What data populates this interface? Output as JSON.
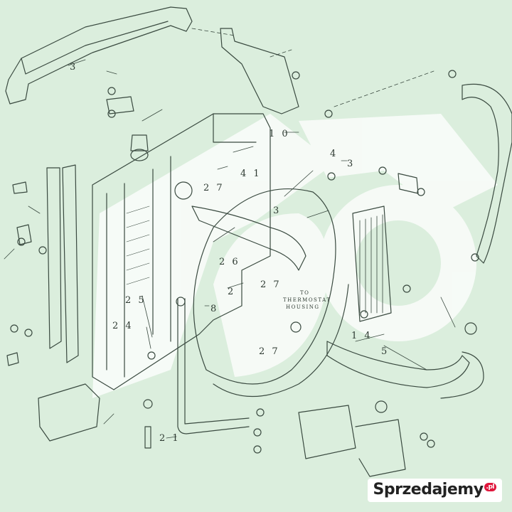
{
  "diagram": {
    "colors": {
      "background": "#dbeedd",
      "line": "#3a4a40",
      "watermark_shape": "#ffffff"
    },
    "callouts": {
      "c3_top": "3",
      "c10": "1 0",
      "c4": "4",
      "c3_right": "3",
      "c41": "4 1",
      "c27_top": "2 7",
      "c3_mid": "3",
      "c26": "2 6",
      "c27_mid": "2 7",
      "c2": "2",
      "c8": "8",
      "c25": "2 5",
      "c24": "2 4",
      "c14": "1 4",
      "c5": "5",
      "c27_low": "2 7",
      "c21": "2 1"
    },
    "note_line1": "TO",
    "note_line2": "THERMOSTAT",
    "note_line3": "HOUSING"
  },
  "watermark": {
    "brand": "Sprzedajemy",
    "badge": ".pl"
  }
}
